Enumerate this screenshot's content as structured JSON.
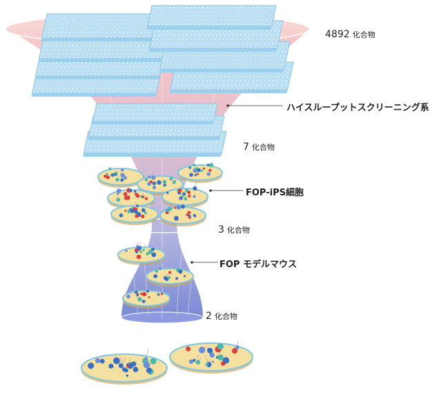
{
  "stages": [
    {
      "count": "4892",
      "unit": "化合物"
    },
    {
      "count": "7",
      "unit": "化合物"
    },
    {
      "count": "3",
      "unit": "化合物"
    },
    {
      "count": "2",
      "unit": "化合物"
    }
  ],
  "methods": [
    {
      "label": "ハイスループットスクリーニング系"
    },
    {
      "label": "FOP-iPS細胞"
    },
    {
      "label": "FOP モデルマウス"
    }
  ],
  "colors": {
    "funnel_top": "#f4b6b8",
    "funnel_bottom": "#6f7fcf",
    "plate": "#9fd8ee",
    "dish": "#f4e0a0",
    "molecule_blue": "#3a6fc0",
    "molecule_red": "#d64040",
    "molecule_teal": "#4fb8a8"
  }
}
